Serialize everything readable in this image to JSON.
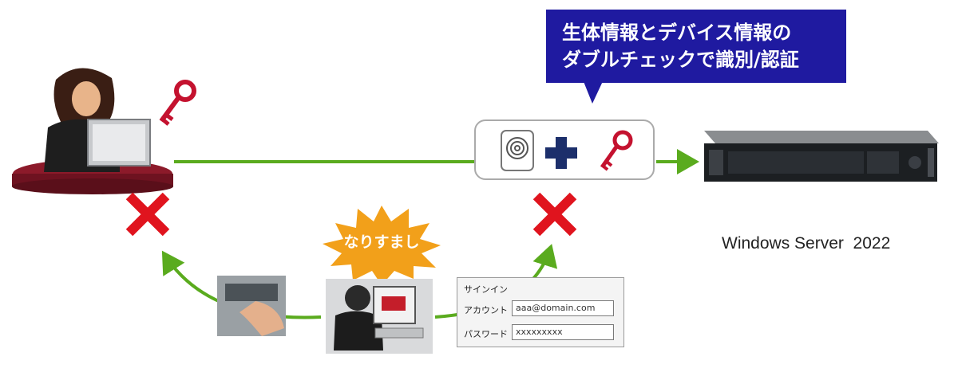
{
  "callout": {
    "line1": "生体情報とデバイス情報の",
    "line2": "ダブルチェックで識別/認証"
  },
  "server": {
    "caption": "Windows Server  2022"
  },
  "attacker": {
    "burst_text": "なりすまし"
  },
  "signin_form": {
    "title": "サインイン",
    "account_label": "アカウント",
    "account_value": "aaa@domain.com",
    "password_label": "パスワード",
    "password_value": "xxxxxxxxx"
  },
  "colors": {
    "arrow": "#5aab1e",
    "callout_bg": "#1f1aa0",
    "key": "#c4122f",
    "cross": "#e0141e",
    "plus": "#1c2f6b",
    "burst": "#f2a01a",
    "desk": "#8c1a2a"
  }
}
